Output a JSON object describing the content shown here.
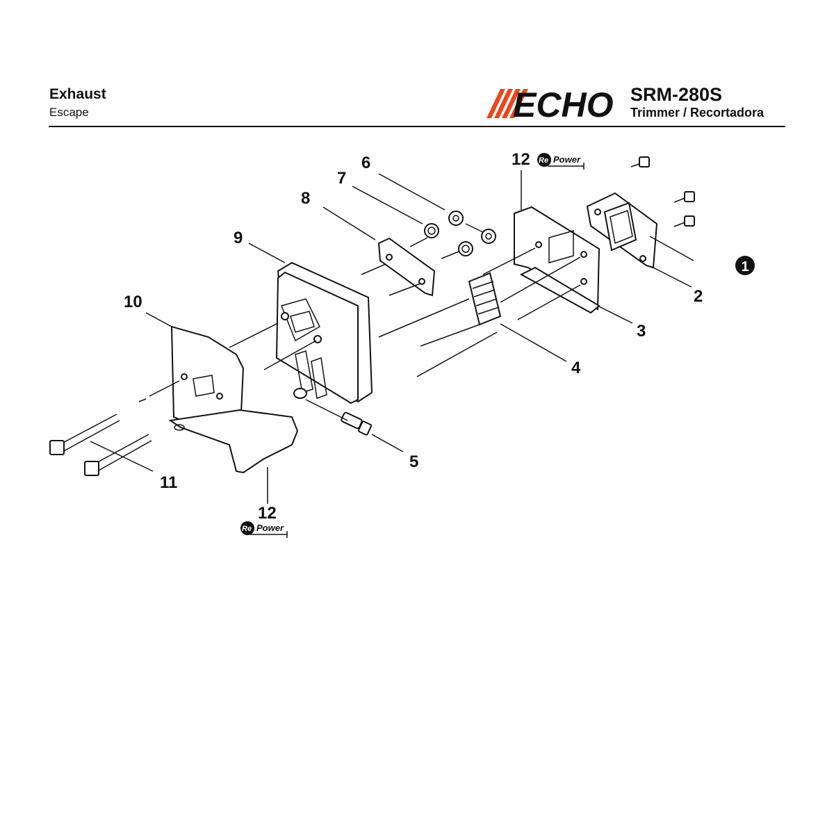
{
  "header": {
    "title": "Exhaust",
    "subtitle": "Escape",
    "brand": "ECHO",
    "model": "SRM-280S",
    "model_subtitle": "Trimmer / Recortadora"
  },
  "repower_label": {
    "re": "Re",
    "power": "Power"
  },
  "callouts": {
    "c1": "1",
    "c2": "2",
    "c3": "3",
    "c4": "4",
    "c5": "5",
    "c6": "6",
    "c7": "7",
    "c8": "8",
    "c9": "9",
    "c10": "10",
    "c11": "11",
    "c12a": "12",
    "c12b": "12"
  },
  "colors": {
    "brand_orange": "#e8481c",
    "ink": "#111111"
  }
}
